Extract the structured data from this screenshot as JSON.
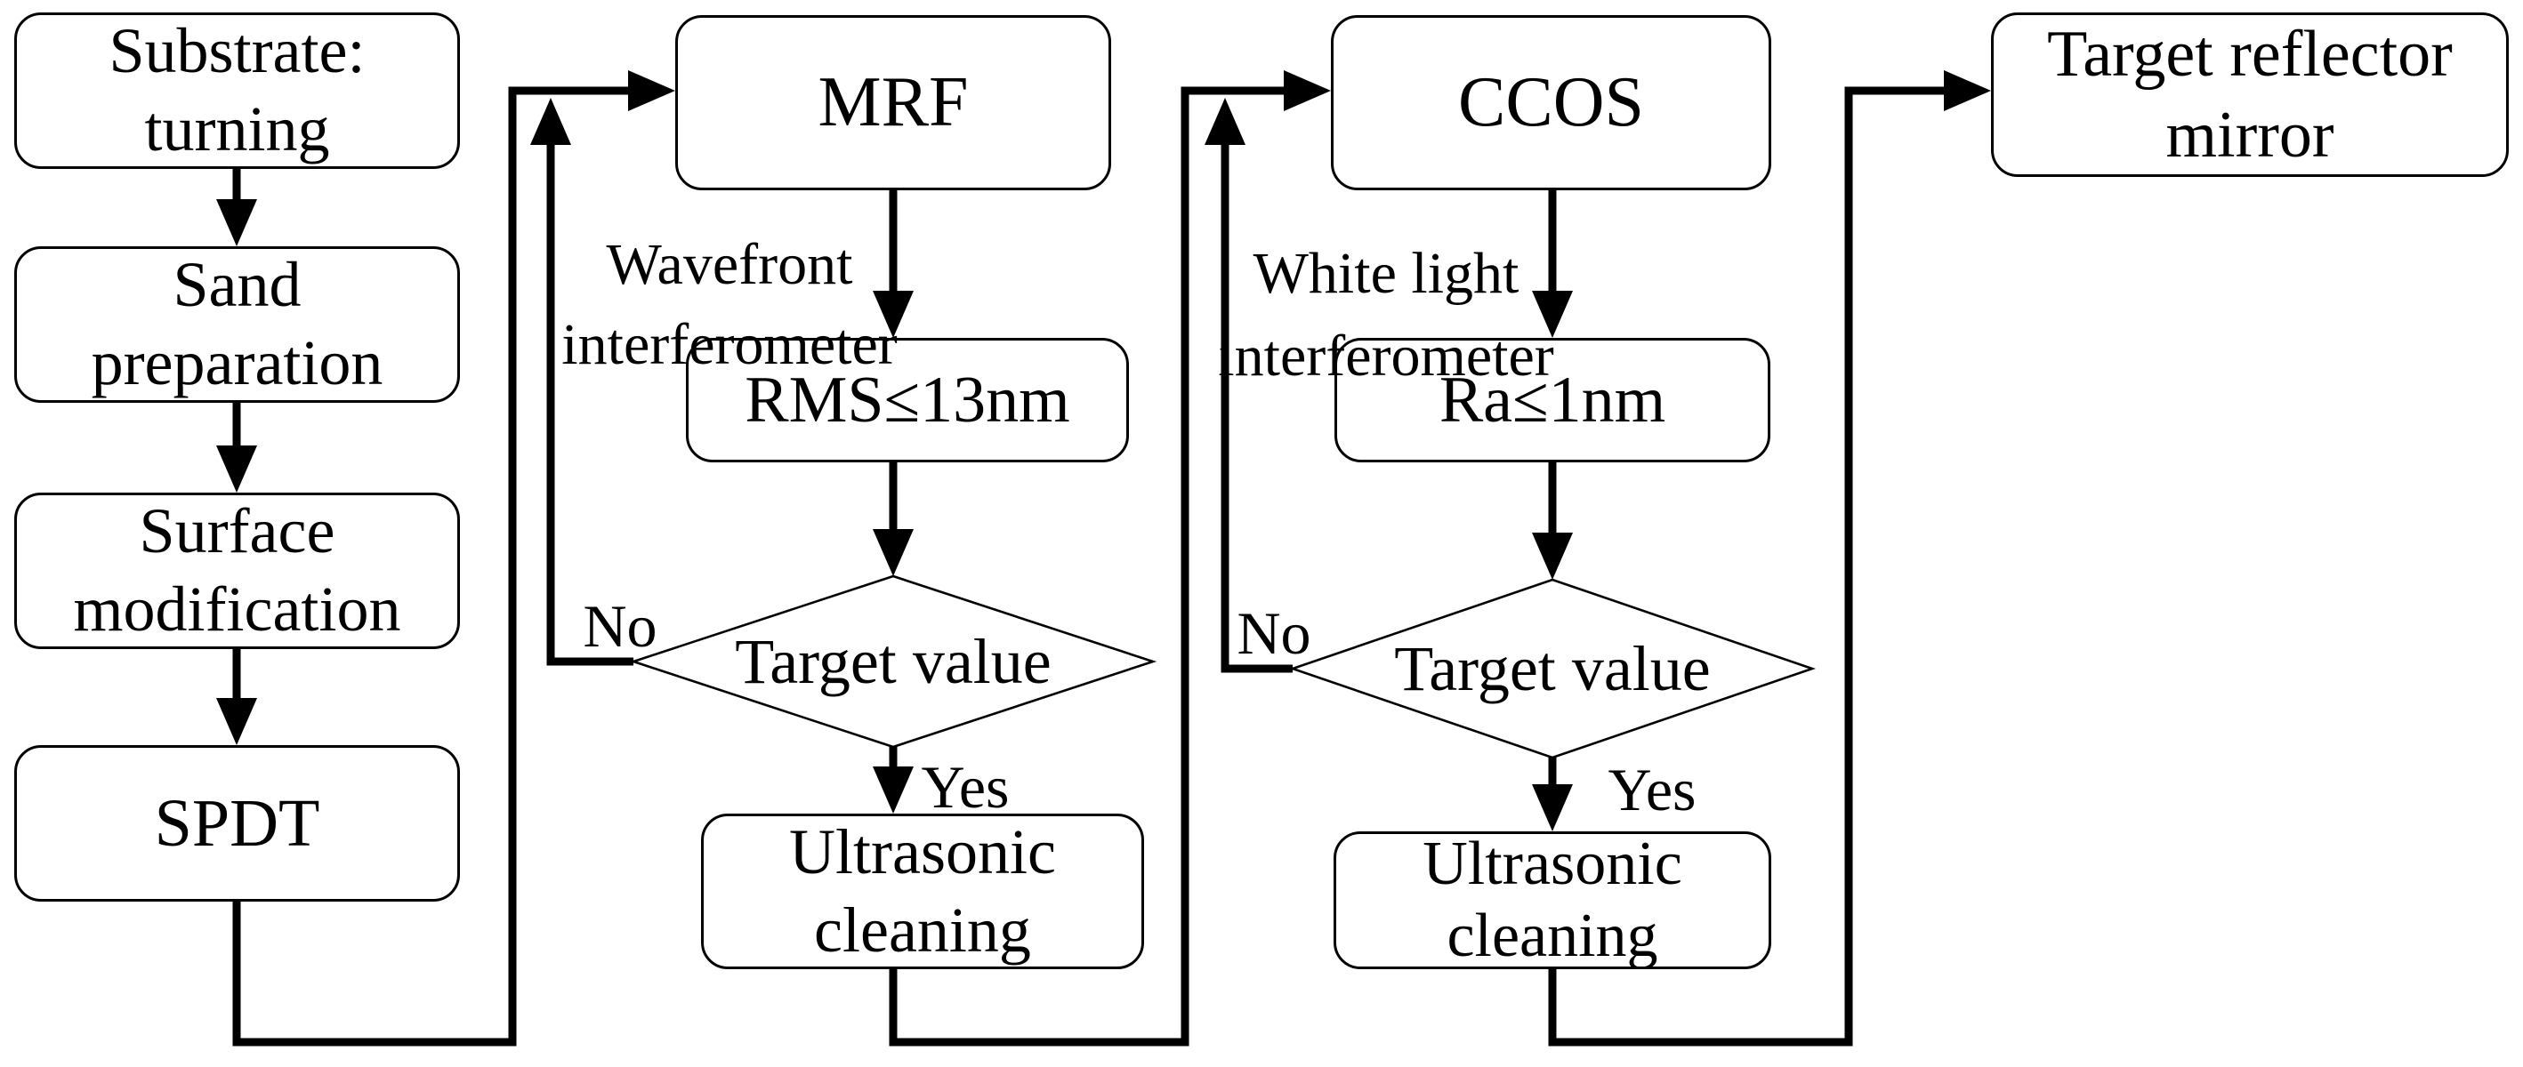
{
  "flowchart": {
    "background_color": "#ffffff",
    "line_color": "#000000",
    "text_color": "#000000",
    "nodes": {
      "substrate": "Substrate:\nturning",
      "sand_preparation": "Sand\npreparation",
      "surface_modification": "Surface\nmodification",
      "spdt": "SPDT",
      "mrf": "MRF",
      "rms_spec": "RMS≤13nm",
      "target_value_1": "Target value",
      "ultrasonic_cleaning_1": "Ultrasonic\ncleaning",
      "ccos": "CCOS",
      "ra_spec": "Ra≤1nm",
      "target_value_2": "Target value",
      "ultrasonic_cleaning_2": "Ultrasonic\ncleaning",
      "target_reflector_mirror": "Target reflector\nmirror"
    },
    "edge_labels": {
      "no_1": "No",
      "yes_1": "Yes",
      "no_2": "No",
      "yes_2": "Yes"
    },
    "annotations": {
      "wavefront_interferometer": "Wavefront\ninterferometer",
      "white_light_interferometer": "White light\ninterferometer"
    }
  }
}
